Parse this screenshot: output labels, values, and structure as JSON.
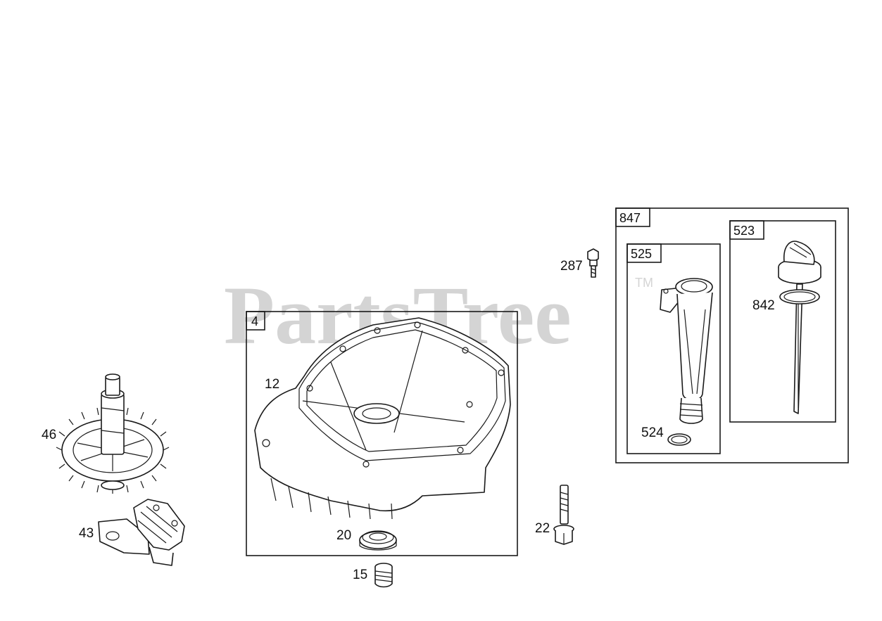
{
  "watermark": {
    "text": "PartsTree",
    "trademark": "TM"
  },
  "boxes": {
    "crankcase_kit": "4",
    "dipstick_kit": "847",
    "tube_assembly": "525",
    "dipstick_assembly": "523"
  },
  "callouts": {
    "gasket": "12",
    "oil_seal": "20",
    "drain_plug": "15",
    "bolt": "22",
    "screw": "287",
    "o_ring": "524",
    "seal_ring": "842",
    "cam_gear": "46",
    "governor": "43"
  },
  "colors": {
    "line": "#1a1a1a",
    "watermark": "#d4d4d4",
    "background": "#ffffff"
  }
}
